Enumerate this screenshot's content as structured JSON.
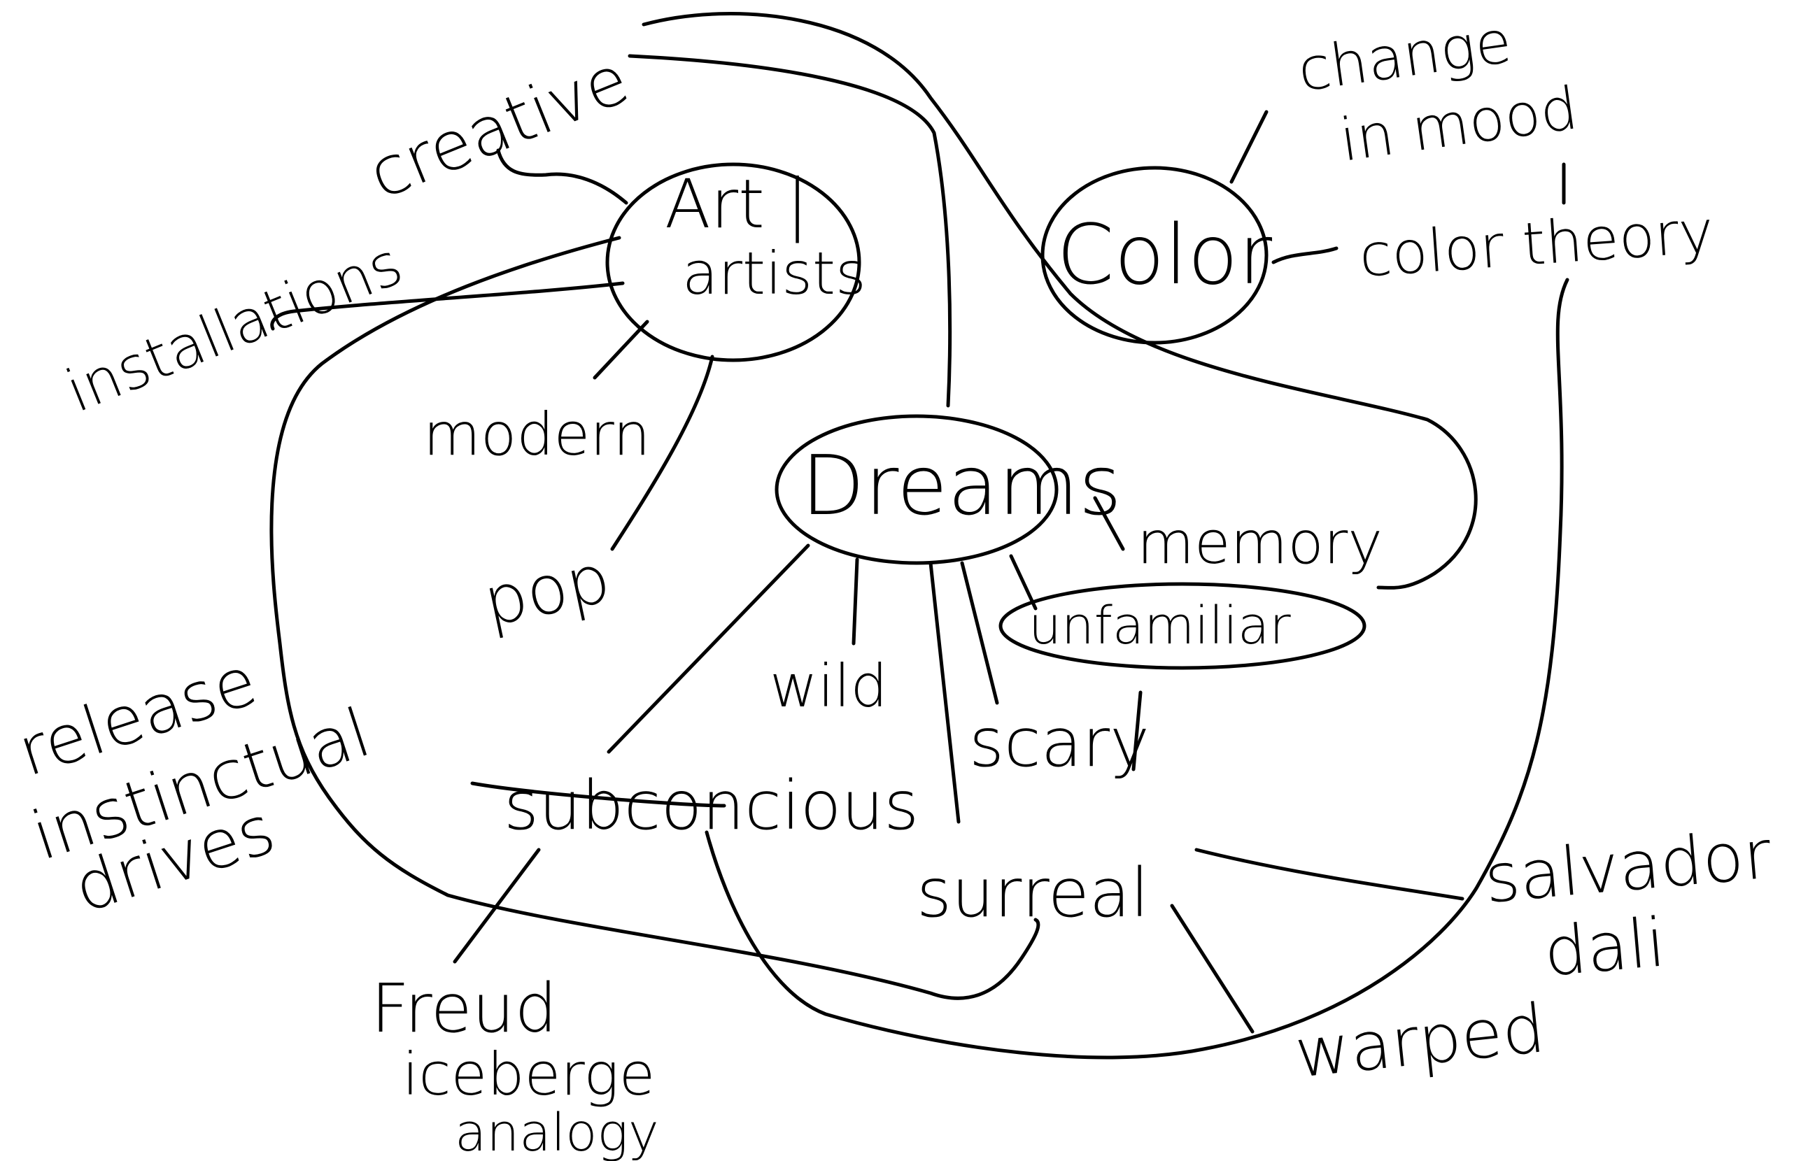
{
  "nodes": {
    "art": {
      "line1": "Art |",
      "line2": "artists"
    },
    "color": {
      "label": "Color"
    },
    "dreams": {
      "label": "Dreams"
    },
    "unfamiliar": {
      "label": "unfamiliar"
    }
  },
  "words": {
    "creative": "creative",
    "installations": "installations",
    "modern": "modern",
    "pop": "pop",
    "change_line1": "change",
    "change_line2": "in mood",
    "color_theory": "color theory",
    "memory": "memory",
    "wild": "wild",
    "scary": "scary",
    "subconcious": "subconcious",
    "surreal": "surreal",
    "release_line1": "release",
    "release_line2": "instinctual",
    "release_line3": "drives",
    "freud_line1": "Freud",
    "freud_line2": "iceberge",
    "freud_line3": "analogy",
    "salvador_line1": "salvador",
    "salvador_line2": "dali",
    "warped": "warped"
  }
}
